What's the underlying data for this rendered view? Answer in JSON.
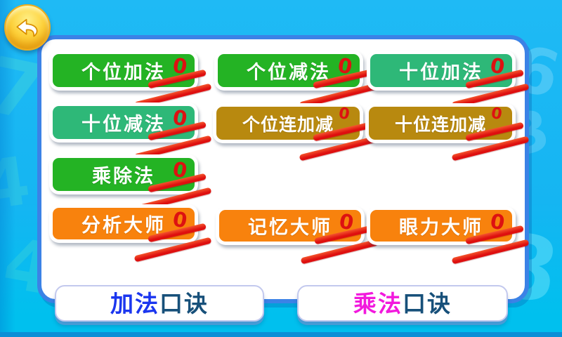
{
  "colors": {
    "background_cyan": "#15b5f2",
    "panel_border_blue": "#3b82e6",
    "button_green": "#24b324",
    "button_teal": "#2eb878",
    "button_gold": "#b8890f",
    "button_orange": "#f8820d",
    "score_red": "#dd1111",
    "addition_blue": "#1b36ef",
    "multiplication_magenta": "#f219dd",
    "formula_dark_blue": "#17507a",
    "back_button_yellow": "#fdd23c"
  },
  "grid_buttons": [
    {
      "label": "个位加法",
      "score": "0",
      "color": "#24b324"
    },
    {
      "label": "个位减法",
      "score": "0",
      "color": "#24b324"
    },
    {
      "label": "十位加法",
      "score": "0",
      "color": "#2eb878"
    },
    {
      "label": "十位减法",
      "score": "0",
      "color": "#2eb878"
    },
    {
      "label": "个位连加减",
      "score": "0",
      "color": "#b8890f"
    },
    {
      "label": "十位连加减",
      "score": "0",
      "color": "#b8890f"
    },
    {
      "label": "乘除法",
      "score": "0",
      "color": "#24b324"
    },
    {
      "label": "分析大师",
      "score": "0",
      "color": "#f8820d"
    },
    {
      "label": "记忆大师",
      "score": "0",
      "color": "#f8820d"
    },
    {
      "label": "眼力大师",
      "score": "0",
      "color": "#f8820d"
    }
  ],
  "bottom_buttons": [
    {
      "prefix": "加法",
      "suffix": "口诀",
      "prefix_color": "#1b36ef"
    },
    {
      "prefix": "乘法",
      "suffix": "口诀",
      "prefix_color": "#f219dd"
    }
  ],
  "background": {
    "digits": [
      "7",
      "4",
      "4",
      "6",
      "3",
      "8"
    ]
  }
}
